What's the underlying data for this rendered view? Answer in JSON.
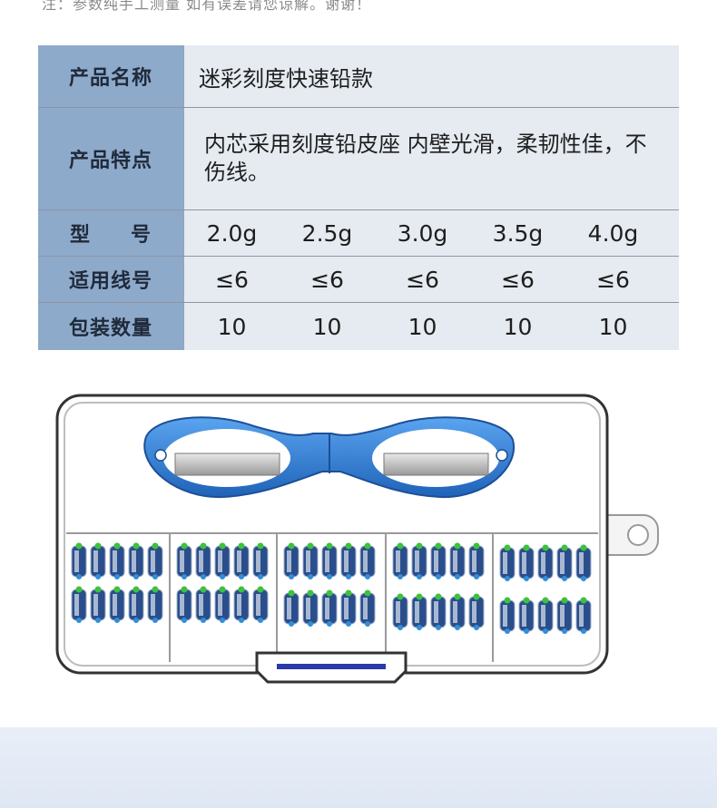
{
  "note": "注：参数纯手工测量 如有误差请您谅解。谢谢！",
  "table": {
    "name_label": "产品名称",
    "name_value": "迷彩刻度快速铅款",
    "feature_label": "产品特点",
    "feature_value": "内芯采用刻度铅皮座 内壁光滑，柔韧性佳，不伤线。",
    "model_label_a": "型",
    "model_label_b": "号",
    "models": [
      "2.0g",
      "2.5g",
      "3.0g",
      "3.5g",
      "4.0g"
    ],
    "line_label": "适用线号",
    "lines": [
      "≤6",
      "≤6",
      "≤6",
      "≤6",
      "≤6"
    ],
    "qty_label": "包装数量",
    "qtys": [
      "10",
      "10",
      "10",
      "10",
      "10"
    ]
  },
  "colors": {
    "header_bg": "#8eaacb",
    "cell_bg": "#e6ebf2",
    "frame_blue": "#2f7fd6",
    "bead_green": "#3cc23c",
    "bead_blue": "#2a4e8c"
  },
  "icons": [
    "storage-box-icon",
    "glasses-tool-icon",
    "split-shot-sinker-icon"
  ]
}
